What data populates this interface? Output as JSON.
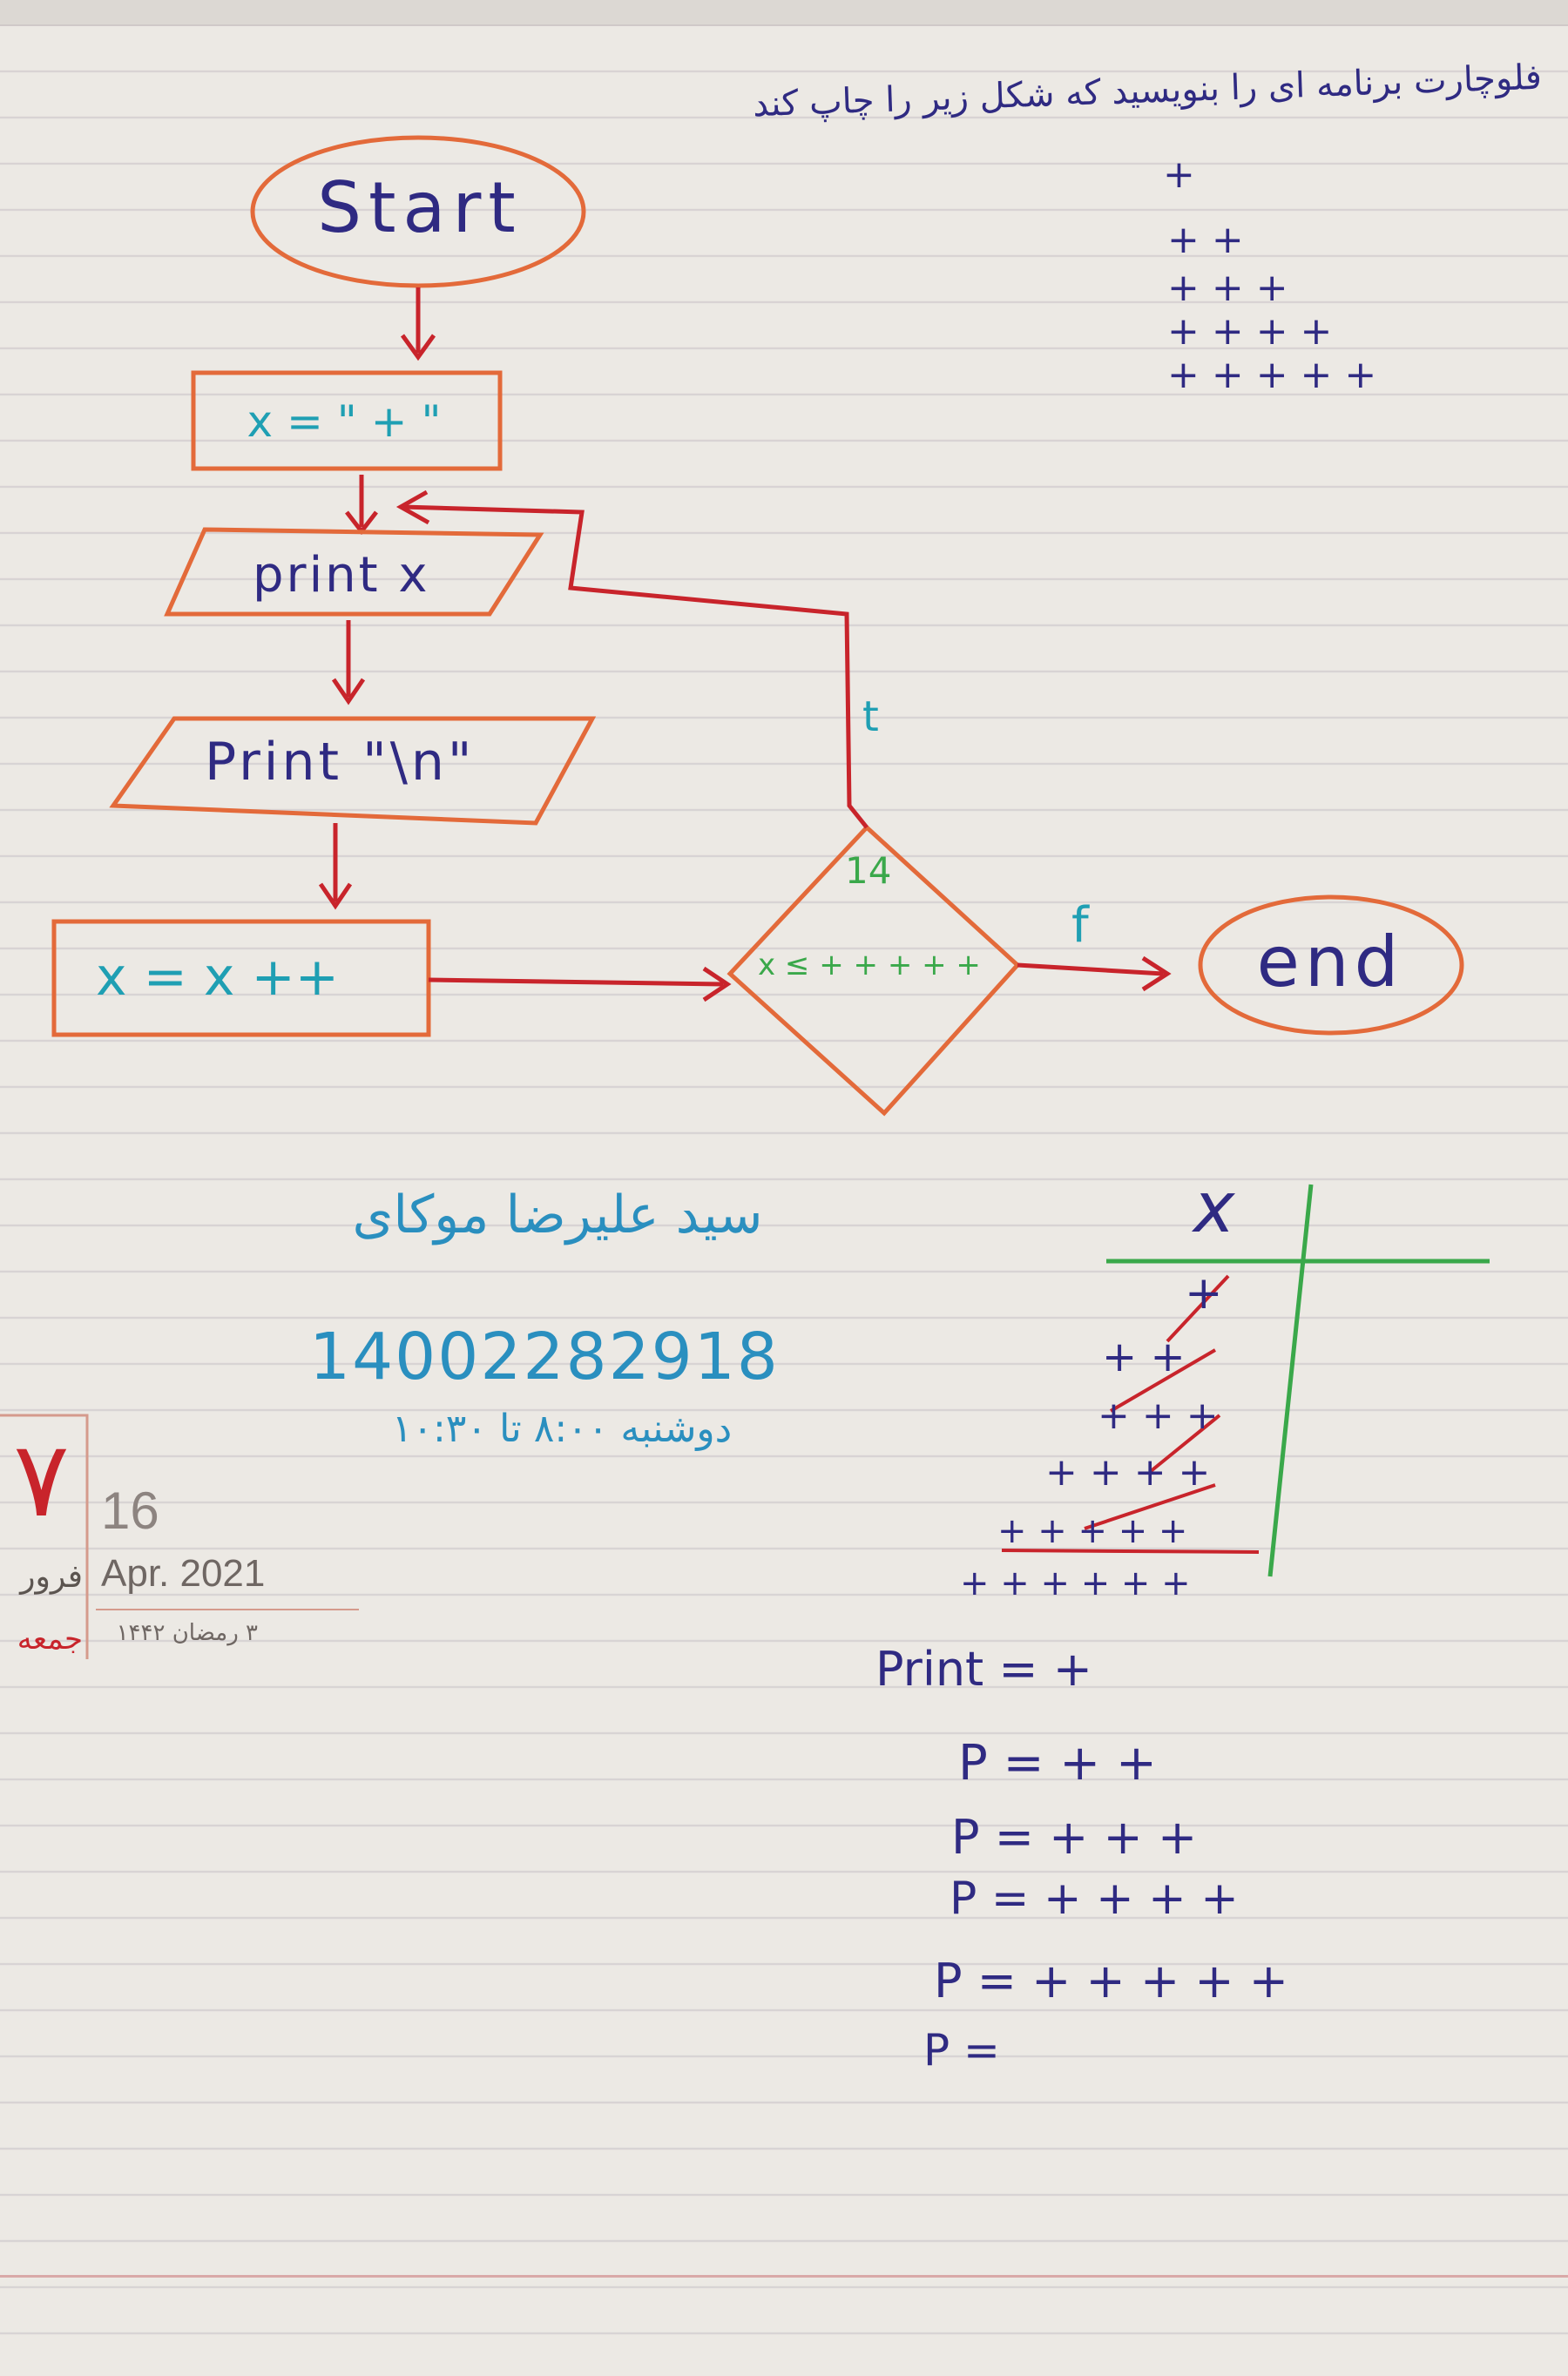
{
  "question": "فلوچارت برنامه ای را بنویسید که شکل زیر را چاپ کند",
  "pattern_rows": [
    "+",
    "+ +",
    "+ + +",
    "+ + + +",
    "+ + + + +"
  ],
  "flowchart": {
    "start": "Start",
    "assign": "x = \" + \"",
    "print_x": "print x",
    "print_newline": "Print \"\\n\"",
    "increment": "x = x ++",
    "decision": "x ≤ + + + + +",
    "decision_num": "14",
    "true_label": "t",
    "false_label": "f",
    "end": "end"
  },
  "student": {
    "name": "سید علیرضا موکای",
    "id": "14002282918",
    "schedule": "دوشنبه ۸:۰۰ تا ۱۰:۳۰"
  },
  "diary": {
    "day_number": "۷",
    "month": "فرور",
    "weekday": "جمعه",
    "date": "16",
    "month_year": "Apr. 2021",
    "hijri": "۳ رمضان ۱۴۴۲"
  },
  "trace_table": {
    "header": "x",
    "rows": [
      "+",
      "+ +",
      "+ + +",
      "+ + + +",
      "+ + + + +",
      "+ + + + + +"
    ]
  },
  "print_lines": [
    "Print = +",
    "P = + +",
    "P = + + +",
    "P = + + + +",
    "P = + + + + +",
    "P ="
  ],
  "colors": {
    "red": "#c8242b",
    "orange": "#e36a3a",
    "ink_blue": "#2f2a82",
    "teal": "#2a8fbf",
    "green": "#3aa84a",
    "paper": "#ece9e4"
  }
}
